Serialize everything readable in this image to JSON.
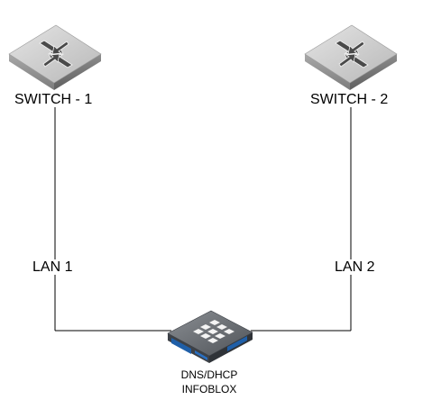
{
  "nodes": {
    "switch1": {
      "label": "SWITCH - 1",
      "icon": "network-switch-icon"
    },
    "switch2": {
      "label": "SWITCH - 2",
      "icon": "network-switch-icon"
    },
    "infoblox": {
      "line1": "DNS/DHCP",
      "line2": "INFOBLOX",
      "icon": "appliance-icon"
    }
  },
  "links": {
    "lan1": "LAN 1",
    "lan2": "LAN 2"
  },
  "colors": {
    "switch_top": "#c9c9c9",
    "switch_side": "#8e8e8e",
    "appliance_top": "#6f7378",
    "appliance_accent": "#1f5fa8",
    "line": "#000000"
  }
}
